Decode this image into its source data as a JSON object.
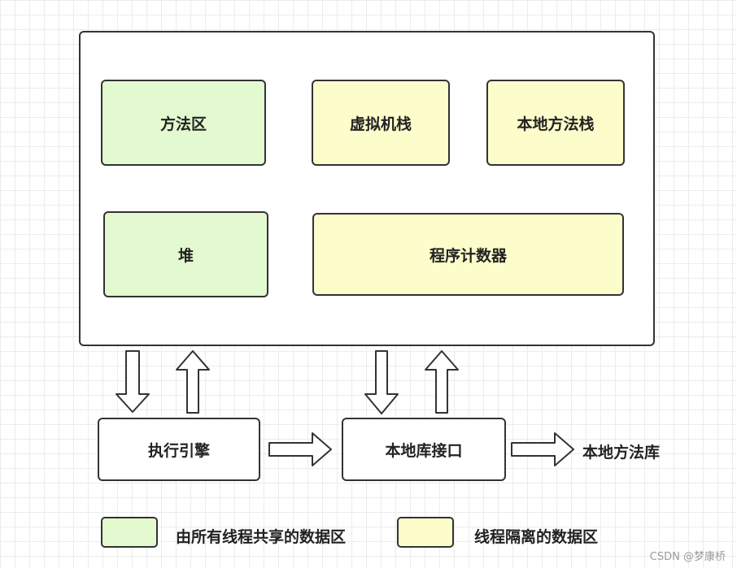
{
  "runtime_areas": {
    "method_area": "方法区",
    "vm_stack": "虚拟机栈",
    "native_method_stack": "本地方法栈",
    "heap": "堆",
    "program_counter": "程序计数器"
  },
  "execution_engine": "执行引擎",
  "native_interface": "本地库接口",
  "native_method_library": "本地方法库",
  "legend": {
    "shared_label": "由所有线程共享的数据区",
    "isolated_label": "线程隔离的数据区",
    "shared_color": "#e3f9cf",
    "isolated_color": "#fdfccb"
  },
  "watermark": "CSDN @梦康桥"
}
